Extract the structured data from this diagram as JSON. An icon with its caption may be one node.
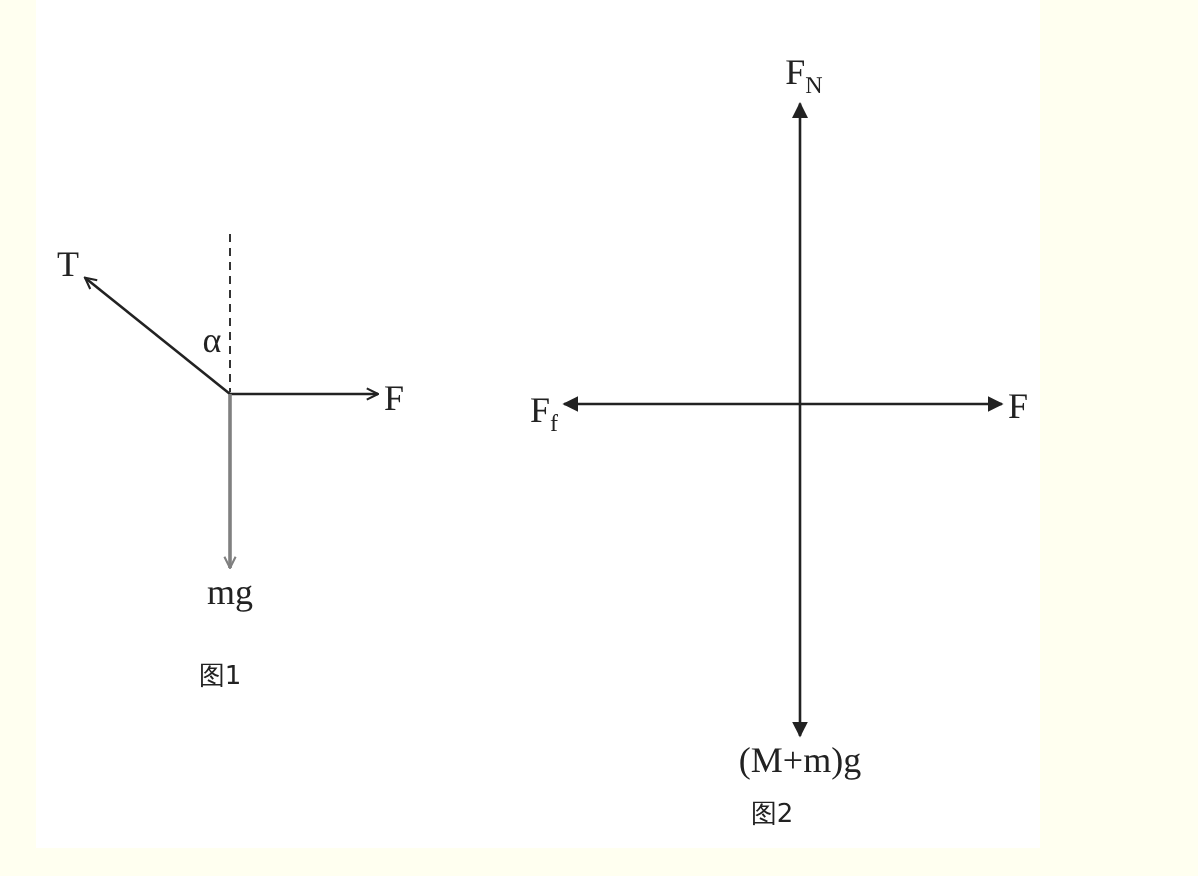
{
  "diagram": {
    "nodes": [
      {
        "text": [
          "T"
        ]
      },
      {
        "text": [
          "F"
        ]
      },
      {
        "text": [
          "mg"
        ]
      },
      {
        "text": [
          "F$_{N}$"
        ]
      },
      {
        "text": [
          "F$_{f}$"
        ]
      },
      {
        "text": [
          "F"
        ]
      },
      {
        "text": [
          "(M+m)g"
        ]
      }
    ],
    "edges": [
      {
        "from": null,
        "to": 0,
        "arrow": "to"
      },
      {
        "from": null,
        "to": 1,
        "arrow": "to"
      },
      {
        "from": null,
        "to": 2,
        "arrow": "to",
        "color": "#808080"
      },
      {
        "from": null,
        "to": 3,
        "arrow": "to"
      },
      {
        "from": null,
        "to": 4,
        "arrow": "to"
      },
      {
        "from": null,
        "to": 5,
        "arrow": "to"
      },
      {
        "from": null,
        "to": 6,
        "arrow": "to"
      }
    ],
    "labels": [
      "α",
      "图1",
      "图2"
    ]
  }
}
